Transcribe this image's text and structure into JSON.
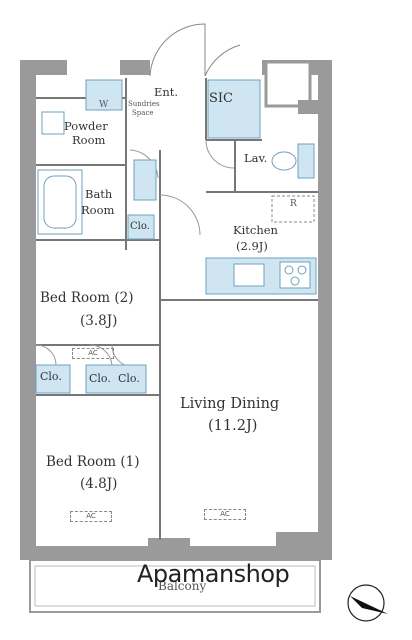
{
  "rooms": {
    "entrance": "Ent.",
    "sic": "SIC",
    "shoe_space_line1": "Sundries",
    "shoe_space_line2": "Space",
    "washer_mark": "W",
    "powder_line1": "Powder",
    "powder_line2": "Room",
    "bath_line1": "Bath",
    "bath_line2": "Room",
    "lav": "Lav.",
    "kitchen_name": "Kitchen",
    "kitchen_size": "(2.9J)",
    "fridge_mark": "R",
    "bed2_name": "Bed Room (2)",
    "bed2_size": "(3.8J)",
    "bed1_name": "Bed Room (1)",
    "bed1_size": "(4.8J)",
    "living_name": "Living Dining",
    "living_size": "(11.2J)",
    "balcony": "Balcony"
  },
  "closets": {
    "bath_closet": "Clo.",
    "left_closet": "Clo.",
    "mid_closet_a": "Clo.",
    "mid_closet_b": "Clo."
  },
  "ac_marks": {
    "bed2": "AC",
    "bed1": "AC",
    "living": "AC"
  },
  "watermark": "Apamanshop",
  "colors": {
    "wall": "#9a9a9a",
    "fixture": "#cfe6f2",
    "fixture_stroke": "#6fa0bd",
    "line": "#666666"
  }
}
